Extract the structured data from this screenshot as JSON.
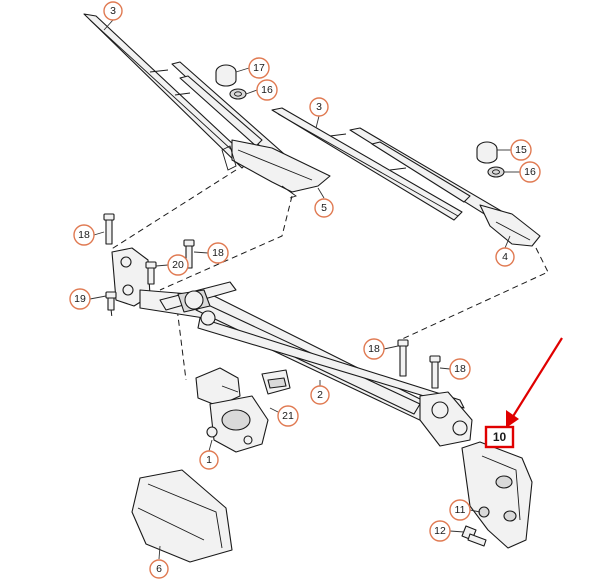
{
  "colors": {
    "callout_ring": "#e07a52",
    "highlight": "#e00000",
    "line": "#1a1a1a"
  },
  "callouts": {
    "c1": "1",
    "c2": "2",
    "c3a": "3",
    "c3b": "3",
    "c4": "4",
    "c5": "5",
    "c6": "6",
    "c10": "10",
    "c11": "11",
    "c12": "12",
    "c15": "15",
    "c16a": "16",
    "c16b": "16",
    "c17": "17",
    "c18a": "18",
    "c18b": "18",
    "c18c": "18",
    "c18d": "18",
    "c19": "19",
    "c20": "20",
    "c21": "21"
  }
}
